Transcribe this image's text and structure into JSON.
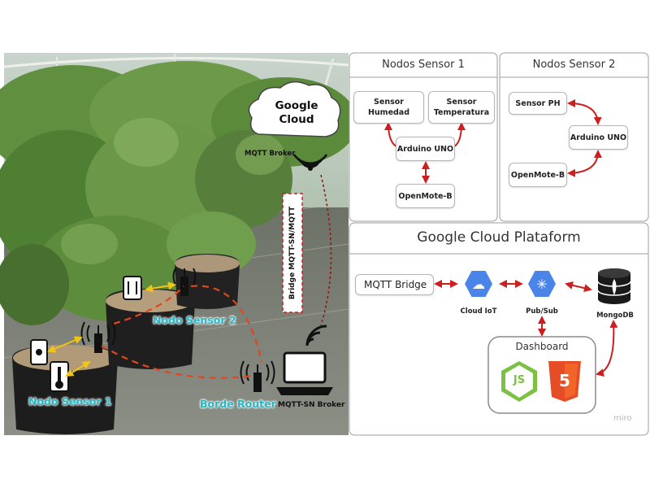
{
  "photo": {
    "cloud_text": "Google\nCloud",
    "mqtt_broker_label": "MQTT Broker",
    "bridge_label": "Bridge MQTT-SN/MQTT",
    "nodo_sensor_1": "Nodo Sensor 1",
    "nodo_sensor_2": "Nodo Sensor 2",
    "borde_router": "Borde Router",
    "mqtt_sn_broker": "MQTT-SN Broker"
  },
  "nodos_sensor_1": {
    "title": "Nodos Sensor 1",
    "sensor_humedad": "Sensor\nHumedad",
    "sensor_temperatura": "Sensor\nTemperatura",
    "arduino": "Arduino UNO",
    "openmote": "OpenMote-B"
  },
  "nodos_sensor_2": {
    "title": "Nodos Sensor 2",
    "sensor_ph": "Sensor PH",
    "arduino": "Arduino UNO",
    "openmote": "OpenMote-B"
  },
  "gcp": {
    "title": "Google Cloud Plataform",
    "mqtt_bridge": "MQTT Bridge",
    "cloud_iot": "Cloud IoT",
    "pubsub": "Pub/Sub",
    "mongodb": "MongoDB",
    "dashboard": "Dashboard",
    "js_logo": "JS",
    "html5_logo": "5",
    "watermark": "miro"
  },
  "colors": {
    "arrow": "#cc1f1f",
    "teal_label": "#26b6c4",
    "gcp_blue": "#4a84e8",
    "node_green": "#7cc142",
    "html5_orange": "#e44d26"
  }
}
